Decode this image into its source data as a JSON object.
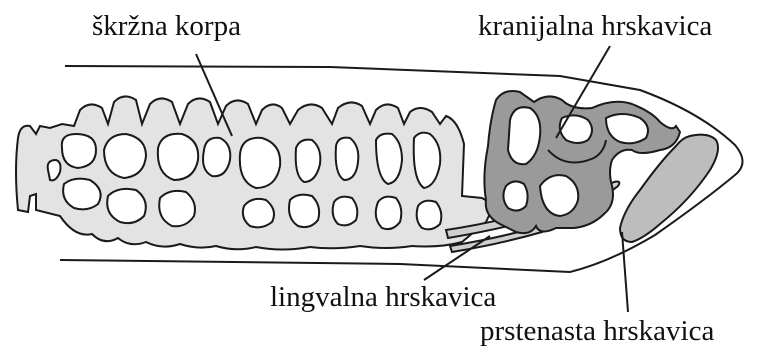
{
  "labels": {
    "branchial_basket": "škržna korpa",
    "cranial_cartilage": "kranijalna hrskavica",
    "lingual_cartilage": "lingvalna hrskavica",
    "annular_cartilage": "prstenasta hrskavica"
  },
  "colors": {
    "outline": "#1a1a1a",
    "branchial_fill": "#e3e3e3",
    "cranial_fill": "#9a9a9a",
    "annular_fill": "#bdbdbd",
    "lingual_fill": "#cfcfcf",
    "background": "#ffffff"
  }
}
